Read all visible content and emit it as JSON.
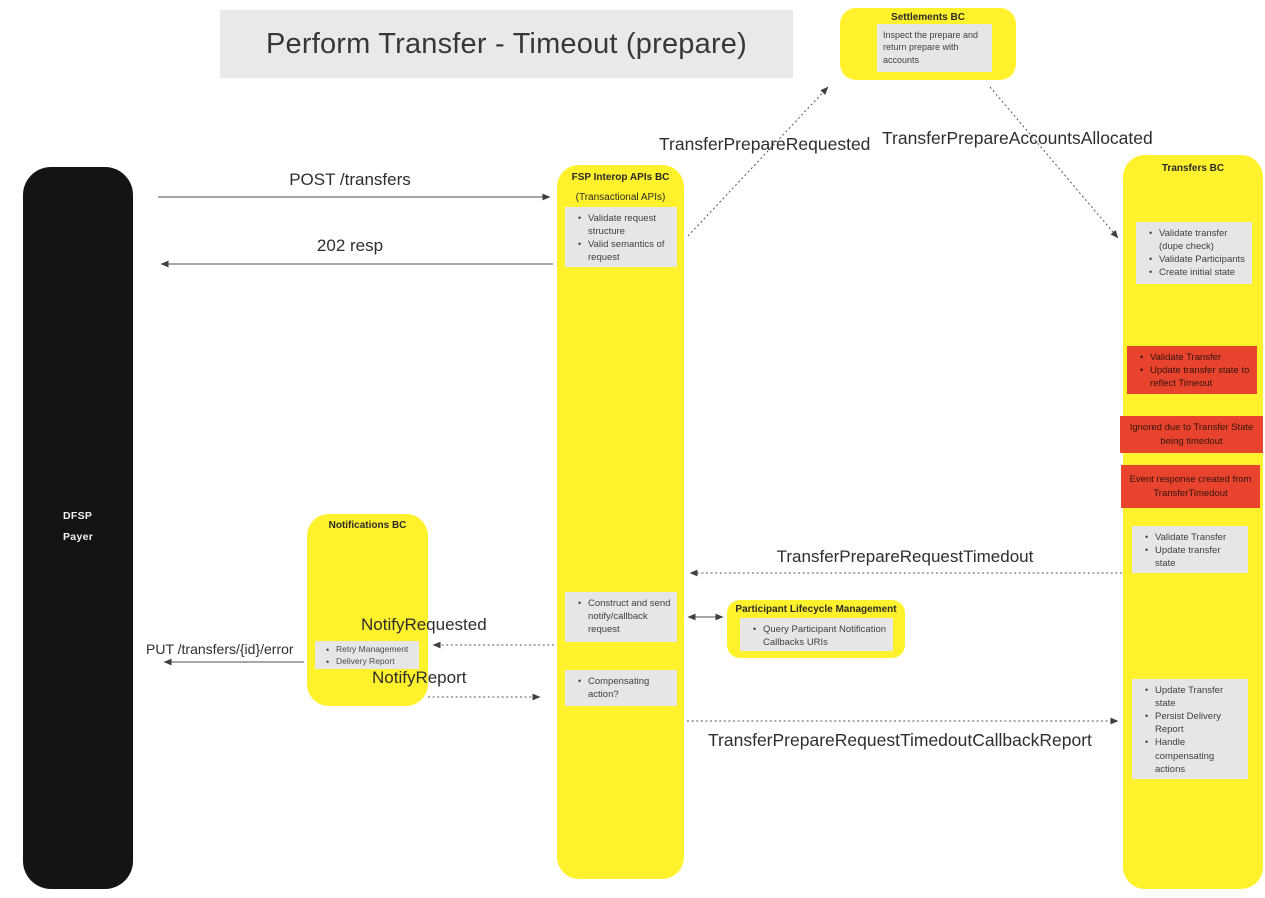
{
  "title": "Perform Transfer - Timeout (prepare)",
  "actor": {
    "line1": "DFSP",
    "line2": "Payer"
  },
  "boxes": {
    "settlements": {
      "title": "Settlements BC",
      "note": "Inspect the prepare and return prepare with accounts"
    },
    "fsp_interop": {
      "title": "FSP Interop APIs BC",
      "subtitle": "(Transactional APIs)",
      "validate_note": [
        "Validate request structure",
        "Valid semantics of request"
      ],
      "construct_note": [
        "Construct and send notify/callback request"
      ],
      "compensating_note": [
        "Compensating action?"
      ]
    },
    "transfers": {
      "title": "Transfers BC",
      "validate_note": [
        "Validate transfer (dupe check)",
        "Validate Participants",
        "Create initial state"
      ],
      "timeout_note": [
        "Validate Transfer",
        "Update transfer state to reflect Timeout"
      ],
      "ignored_note": "Ignored due to Transfer State being timedout",
      "event_note": "Event response created from TransferTimedout",
      "update_note": [
        "Validate Transfer",
        "Update transfer state"
      ],
      "report_note": [
        "Update Transfer state",
        "Persist Delivery Report",
        "Handle compensating actions"
      ]
    },
    "notifications": {
      "title": "Notifications BC",
      "note": [
        "Retry Management",
        "Delivery Report"
      ]
    },
    "plm": {
      "title": "Participant Lifecycle Management",
      "note": [
        "Query Participant Notification Callbacks URIs"
      ]
    }
  },
  "messages": {
    "post_transfers": "POST /transfers",
    "resp_202": "202 resp",
    "transfer_prepare_requested": "TransferPrepareRequested",
    "transfer_prepare_accounts_allocated": "TransferPrepareAccountsAllocated",
    "transfer_prepare_request_timedout": "TransferPrepareRequestTimedout",
    "notify_requested": "NotifyRequested",
    "notify_report": "NotifyReport",
    "put_transfers_error": "PUT /transfers/{id}/error",
    "timedout_callback_report": "TransferPrepareRequestTimedoutCallbackReport"
  },
  "colors": {
    "yellow": "#FFF22D",
    "red": "#E8432D",
    "note_gray": "#E6E6E6",
    "banner_gray": "#E9E9E9",
    "actor_black": "#141414"
  }
}
